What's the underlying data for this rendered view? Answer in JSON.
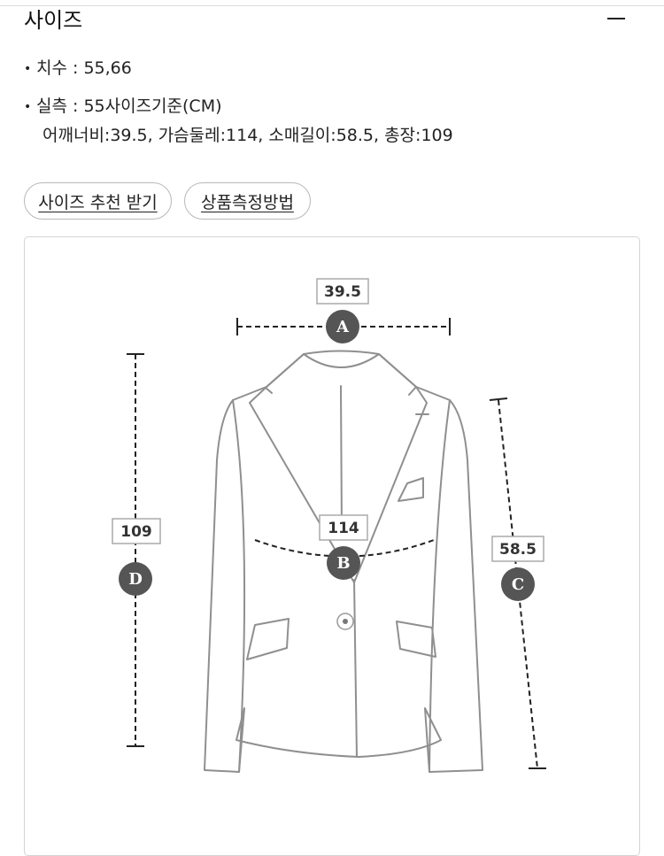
{
  "section": {
    "title": "사이즈"
  },
  "specs": [
    {
      "label": "치수 : 55,66"
    },
    {
      "label": "실측 : 55사이즈기준(CM)"
    }
  ],
  "spec_detail": "어깨너비:39.5, 가슴둘레:114, 소매길이:58.5, 총장:109",
  "buttons": {
    "recommend": "사이즈 추천 받기",
    "method": "상품측정방법"
  },
  "diagram": {
    "shoulder": {
      "letter": "A",
      "value": "39.5"
    },
    "chest": {
      "letter": "B",
      "value": "114"
    },
    "sleeve": {
      "letter": "C",
      "value": "58.5"
    },
    "length": {
      "letter": "D",
      "value": "109"
    }
  },
  "colors": {
    "badge": "#555555",
    "garment_line": "#8f8f8f",
    "measure_line": "#222222"
  }
}
